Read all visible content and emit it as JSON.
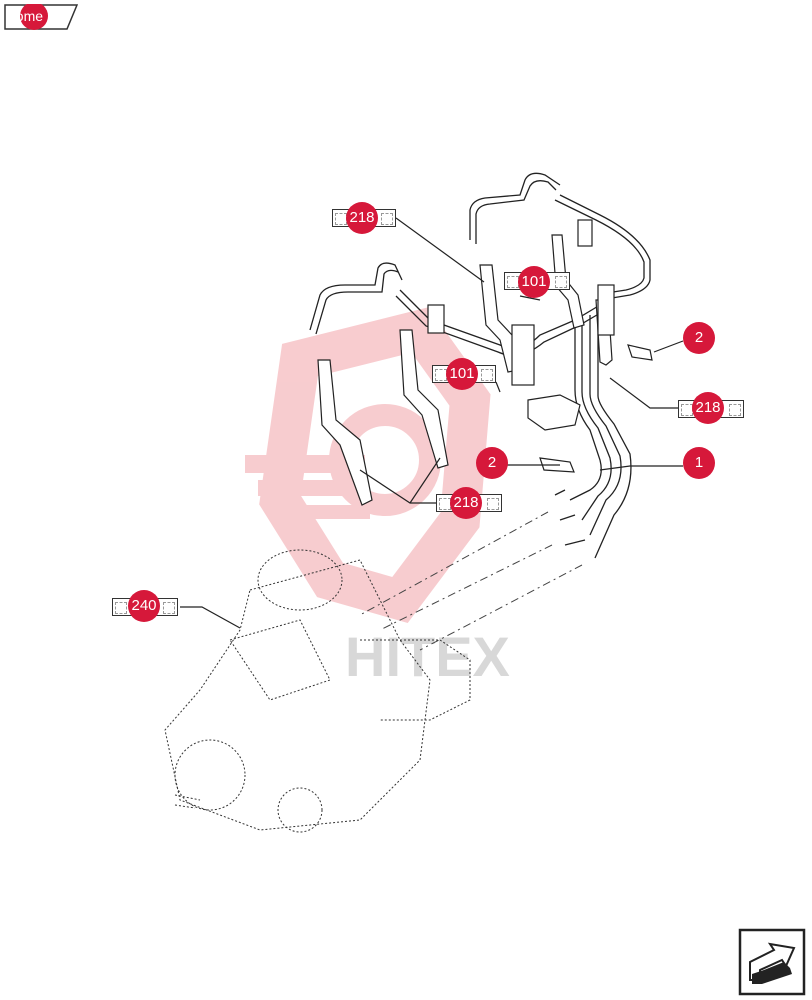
{
  "header": {
    "home_label": "home"
  },
  "watermark": {
    "text": "HITEX"
  },
  "callouts": [
    {
      "id": "c218a",
      "label": "218"
    },
    {
      "id": "c101a",
      "label": "101"
    },
    {
      "id": "c101b",
      "label": "101"
    },
    {
      "id": "c2a",
      "label": "2"
    },
    {
      "id": "c218b",
      "label": "218"
    },
    {
      "id": "c2b",
      "label": "2"
    },
    {
      "id": "c1",
      "label": "1"
    },
    {
      "id": "c218c",
      "label": "218"
    },
    {
      "id": "c240",
      "label": "240"
    }
  ],
  "colors": {
    "accent": "#d6183a",
    "watermark": "#f2a3a8",
    "line": "#222222"
  },
  "icons": {
    "home": "home-tab-icon",
    "next": "next-page-arrow-icon"
  }
}
